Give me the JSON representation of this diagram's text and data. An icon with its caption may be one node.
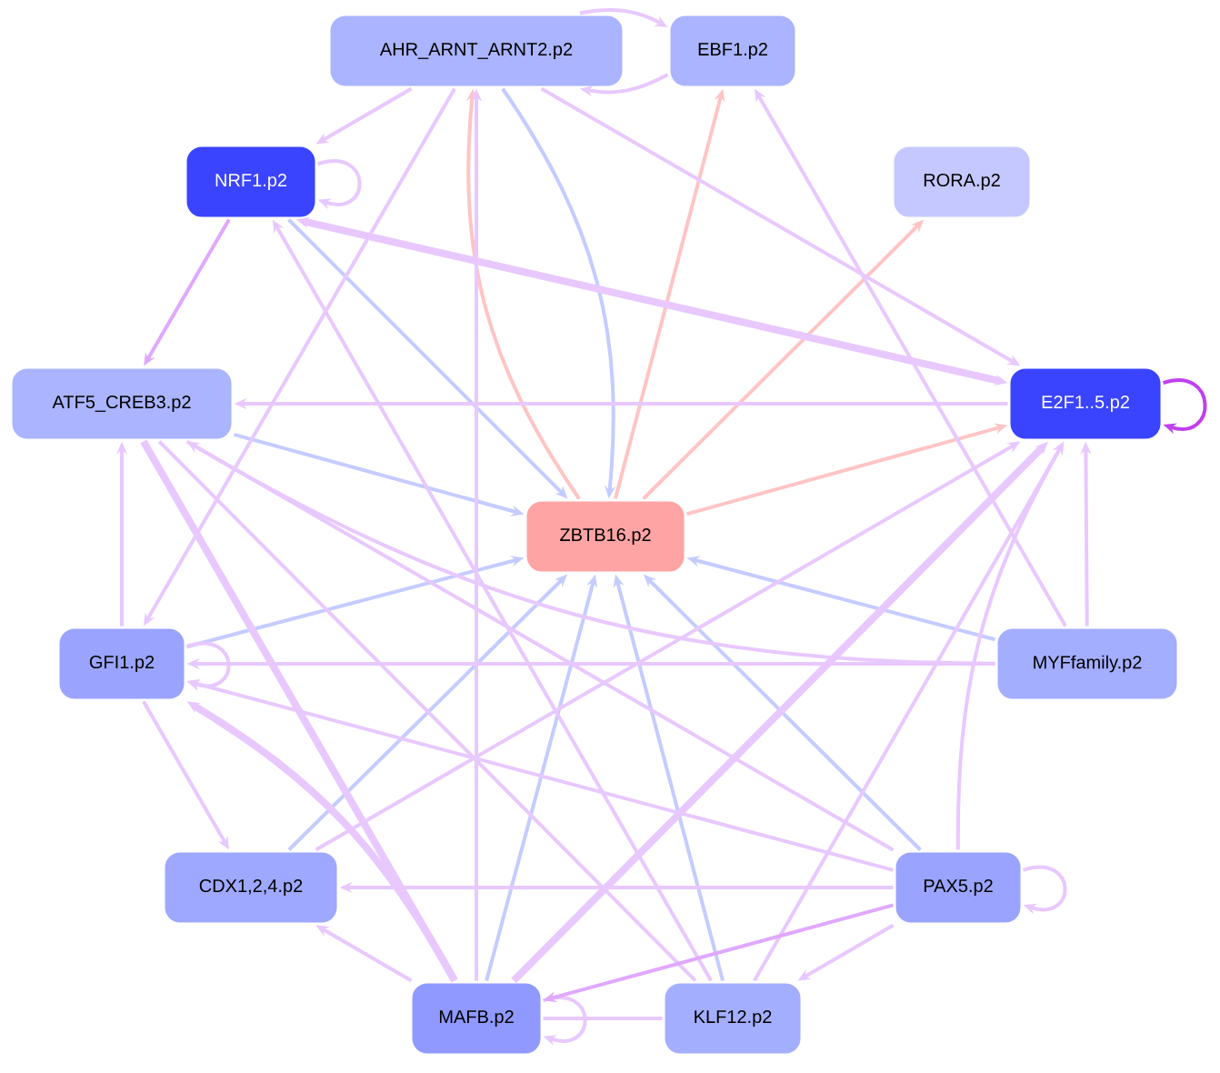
{
  "diagram": {
    "nodes": [
      {
        "text": [
          "AHR_ARNT_ARNT2.p2"
        ]
      },
      {
        "text": [
          "EBF1.p2"
        ]
      },
      {
        "text": [
          "NRF1.p2"
        ]
      },
      {
        "text": [
          "RORA.p2"
        ]
      },
      {
        "text": [
          "ATF5_CREB3.p2"
        ]
      },
      {
        "text": [
          "E2F1..5.p2"
        ]
      },
      {
        "text": [
          "ZBTB16.p2"
        ]
      },
      {
        "text": [
          "GFI1.p2"
        ]
      },
      {
        "text": [
          "MYFfamily.p2"
        ]
      },
      {
        "text": [
          "CDX1,2,4.p2"
        ]
      },
      {
        "text": [
          "PAX5.p2"
        ]
      },
      {
        "text": [
          "MAFB.p2"
        ]
      },
      {
        "text": [
          "KLF12.p2"
        ]
      }
    ],
    "edges": [
      {
        "from": 6,
        "to": 0,
        "arrow": "to",
        "color": "#ffc4c4"
      },
      {
        "from": 6,
        "to": 1,
        "arrow": "to",
        "color": "#ffc4c4"
      },
      {
        "from": 6,
        "to": 3,
        "arrow": "to",
        "color": "#ffc4c4"
      },
      {
        "from": 6,
        "to": 5,
        "arrow": "to",
        "color": "#ffc4c4"
      },
      {
        "from": 0,
        "to": 6,
        "arrow": "to",
        "color": "#c4ccff"
      },
      {
        "from": 2,
        "to": 6,
        "arrow": "to",
        "color": "#c4ccff"
      },
      {
        "from": 4,
        "to": 6,
        "arrow": "to",
        "color": "#c4ccff"
      },
      {
        "from": 7,
        "to": 6,
        "arrow": "to",
        "color": "#c4ccff"
      },
      {
        "from": 8,
        "to": 6,
        "arrow": "to",
        "color": "#c4ccff"
      },
      {
        "from": 9,
        "to": 6,
        "arrow": "to",
        "color": "#c4ccff"
      },
      {
        "from": 10,
        "to": 6,
        "arrow": "to",
        "color": "#c4ccff"
      },
      {
        "from": 11,
        "to": 6,
        "arrow": "to",
        "color": "#c4ccff"
      },
      {
        "from": 12,
        "to": 6,
        "arrow": "to",
        "color": "#c4ccff"
      },
      {
        "from": 0,
        "to": 1,
        "arrow": "to"
      },
      {
        "from": 1,
        "to": 0,
        "arrow": "to"
      },
      {
        "from": 0,
        "to": 2,
        "arrow": "to"
      },
      {
        "from": 0,
        "to": 5,
        "arrow": "to"
      },
      {
        "from": 0,
        "to": 7,
        "arrow": "to"
      },
      {
        "from": 11,
        "to": 0,
        "arrow": "to"
      },
      {
        "from": 2,
        "to": 2,
        "arrow": "to"
      },
      {
        "from": 2,
        "to": 5,
        "arrow": "both",
        "style": "thick"
      },
      {
        "from": 2,
        "to": 4,
        "arrow": "to",
        "color": "#e0a8ff"
      },
      {
        "from": 12,
        "to": 2,
        "arrow": "to"
      },
      {
        "from": 5,
        "to": 4,
        "arrow": "to"
      },
      {
        "from": 8,
        "to": 4,
        "arrow": "to"
      },
      {
        "from": 7,
        "to": 4,
        "arrow": "to"
      },
      {
        "from": 4,
        "to": 11,
        "arrow": "none",
        "style": "thick"
      },
      {
        "from": 4,
        "to": 12,
        "arrow": "none"
      },
      {
        "from": 4,
        "to": 10,
        "arrow": "none"
      },
      {
        "from": 5,
        "to": 5,
        "arrow": "to",
        "color": "#c040f0"
      },
      {
        "from": 11,
        "to": 5,
        "arrow": "to",
        "style": "thick"
      },
      {
        "from": 12,
        "to": 5,
        "arrow": "to"
      },
      {
        "from": 10,
        "to": 5,
        "arrow": "to"
      },
      {
        "from": 8,
        "to": 5,
        "arrow": "to"
      },
      {
        "from": 9,
        "to": 5,
        "arrow": "to"
      },
      {
        "from": 8,
        "to": 1,
        "arrow": "to"
      },
      {
        "from": 7,
        "to": 7,
        "arrow": "to"
      },
      {
        "from": 8,
        "to": 7,
        "arrow": "to"
      },
      {
        "from": 10,
        "to": 7,
        "arrow": "to"
      },
      {
        "from": 11,
        "to": 7,
        "arrow": "to",
        "style": "thick"
      },
      {
        "from": 7,
        "to": 9,
        "arrow": "to"
      },
      {
        "from": 10,
        "to": 9,
        "arrow": "to"
      },
      {
        "from": 11,
        "to": 9,
        "arrow": "to"
      },
      {
        "from": 11,
        "to": 11,
        "arrow": "to"
      },
      {
        "from": 10,
        "to": 11,
        "arrow": "to",
        "color": "#e0a8ff"
      },
      {
        "from": 12,
        "to": 11,
        "arrow": "none"
      },
      {
        "from": 10,
        "to": 10,
        "arrow": "to"
      },
      {
        "from": 10,
        "to": 12,
        "arrow": "to"
      }
    ]
  }
}
